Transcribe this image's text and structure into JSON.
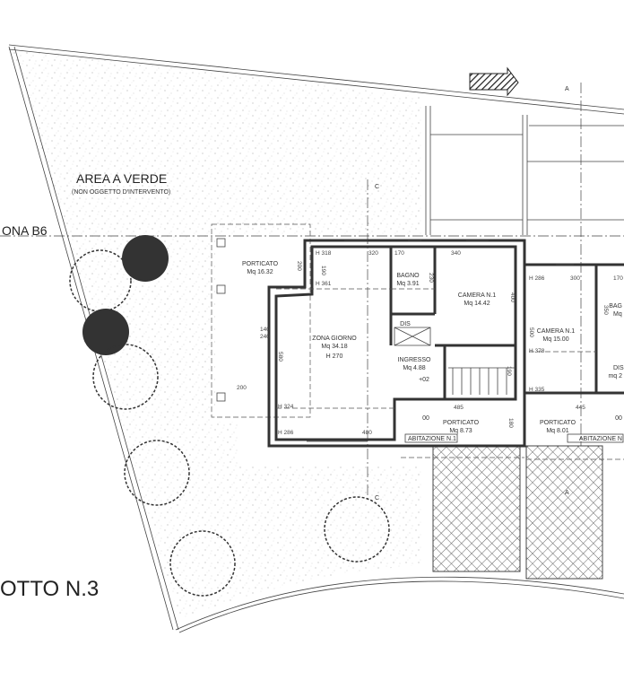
{
  "area": {
    "title": "AREA A VERDE",
    "subtitle": "(NON OGGETTO D'INTERVENTO)",
    "zone": "ONA B6",
    "lot": "OTTO N.3"
  },
  "section_marks": {
    "c_top": "C",
    "c_bottom": "C",
    "a_top": "A",
    "a_bottom": "A"
  },
  "rooms": {
    "porticato_west": {
      "name": "PORTICATO",
      "area": "Mq 16.32"
    },
    "zona_giorno": {
      "name": "ZONA GIORNO",
      "area": "Mq 34.18",
      "height": "H 270"
    },
    "bagno": {
      "name": "BAGNO",
      "area": "Mq 3.91"
    },
    "camera_1": {
      "name": "CAMERA N.1",
      "area": "Mq 14.42"
    },
    "dis": {
      "name": "DIS"
    },
    "ingresso": {
      "name": "INGRESSO",
      "area": "Mq 4.88",
      "level": "+02"
    },
    "porticato_1": {
      "name": "PORTICATO",
      "area": "Mq 8.73",
      "level": "00"
    },
    "abitazione_1": "ABITAZIONE N.1",
    "camera_2": {
      "name": "CAMERA N.1",
      "area": "Mq 15.00"
    },
    "porticato_2": {
      "name": "PORTICATO",
      "area": "Mq 8.01",
      "level": "00"
    },
    "abitazione_2": "ABITAZIONE N",
    "bagno_2": {
      "name": "BAG",
      "area": "Mq"
    },
    "dis_2": {
      "name": "DIS",
      "area": "mq 2"
    }
  },
  "dimensions": [
    "H 318",
    "320",
    "170",
    "340",
    "H 361",
    "190",
    "230",
    "400",
    "200",
    "140",
    "240",
    "580",
    "200",
    "H 324",
    "H 286",
    "480",
    "485",
    "180",
    "190",
    "H 286",
    "300",
    "170",
    "500",
    "H 378",
    "H 335",
    "445",
    "350"
  ]
}
